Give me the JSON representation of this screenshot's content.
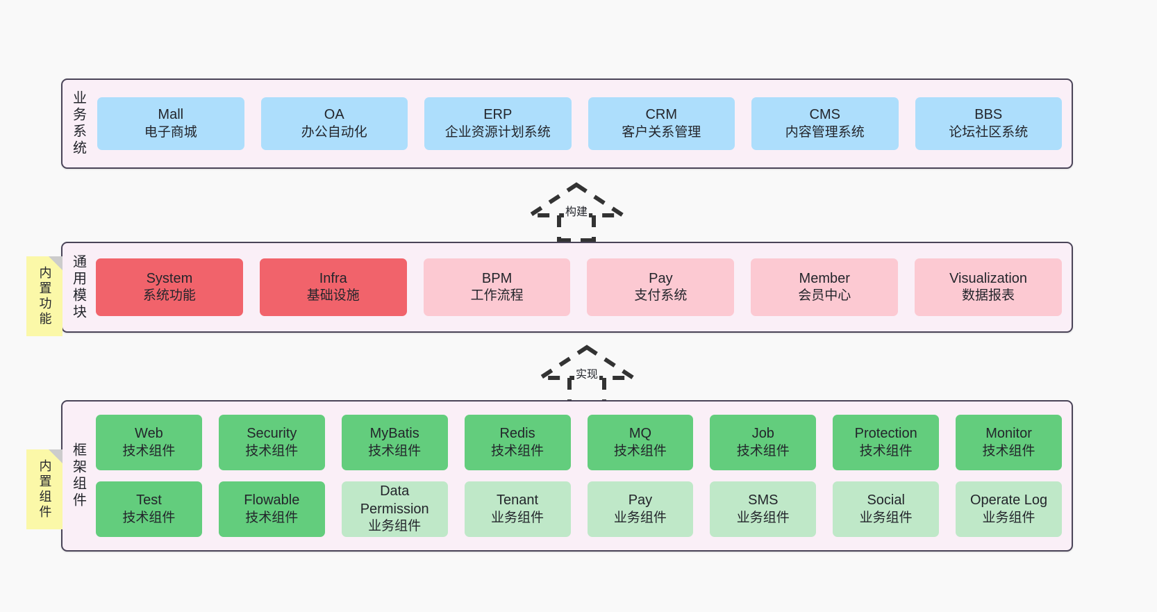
{
  "diagram": {
    "background": "#f9f9f9",
    "layers": [
      {
        "id": "business",
        "title": "业务系统",
        "note": null,
        "rows": [
          {
            "cards": [
              {
                "name": "Mall",
                "sub": "电子商城",
                "color": "#addefc"
              },
              {
                "name": "OA",
                "sub": "办公自动化",
                "color": "#addefc"
              },
              {
                "name": "ERP",
                "sub": "企业资源计划系统",
                "color": "#addefc"
              },
              {
                "name": "CRM",
                "sub": "客户关系管理",
                "color": "#addefc"
              },
              {
                "name": "CMS",
                "sub": "内容管理系统",
                "color": "#addefc"
              },
              {
                "name": "BBS",
                "sub": "论坛社区系统",
                "color": "#addefc"
              }
            ]
          }
        ]
      },
      {
        "id": "common",
        "title": "通用模块",
        "note": "内置功能",
        "rows": [
          {
            "cards": [
              {
                "name": "System",
                "sub": "系统功能",
                "color": "#f1636b"
              },
              {
                "name": "Infra",
                "sub": "基础设施",
                "color": "#f1636b"
              },
              {
                "name": "BPM",
                "sub": "工作流程",
                "color": "#fcc9d2"
              },
              {
                "name": "Pay",
                "sub": "支付系统",
                "color": "#fcc9d2"
              },
              {
                "name": "Member",
                "sub": "会员中心",
                "color": "#fcc9d2"
              },
              {
                "name": "Visualization",
                "sub": "数据报表",
                "color": "#fcc9d2"
              }
            ]
          }
        ]
      },
      {
        "id": "frame",
        "title": "框架组件",
        "note": "内置组件",
        "rows": [
          {
            "cards": [
              {
                "name": "Web",
                "sub": "技术组件",
                "color": "#63cd7d"
              },
              {
                "name": "Security",
                "sub": "技术组件",
                "color": "#63cd7d"
              },
              {
                "name": "MyBatis",
                "sub": "技术组件",
                "color": "#63cd7d"
              },
              {
                "name": "Redis",
                "sub": "技术组件",
                "color": "#63cd7d"
              },
              {
                "name": "MQ",
                "sub": "技术组件",
                "color": "#63cd7d"
              },
              {
                "name": "Job",
                "sub": "技术组件",
                "color": "#63cd7d"
              },
              {
                "name": "Protection",
                "sub": "技术组件",
                "color": "#63cd7d"
              },
              {
                "name": "Monitor",
                "sub": "技术组件",
                "color": "#63cd7d"
              }
            ]
          },
          {
            "cards": [
              {
                "name": "Test",
                "sub": "技术组件",
                "color": "#63cd7d"
              },
              {
                "name": "Flowable",
                "sub": "技术组件",
                "color": "#63cd7d"
              },
              {
                "name": "Data Permission",
                "sub": "业务组件",
                "color": "#bfe8c8"
              },
              {
                "name": "Tenant",
                "sub": "业务组件",
                "color": "#bfe8c8"
              },
              {
                "name": "Pay",
                "sub": "业务组件",
                "color": "#bfe8c8"
              },
              {
                "name": "SMS",
                "sub": "业务组件",
                "color": "#bfe8c8"
              },
              {
                "name": "Social",
                "sub": "业务组件",
                "color": "#bfe8c8"
              },
              {
                "name": "Operate Log",
                "sub": "业务组件",
                "color": "#bfe8c8"
              }
            ]
          }
        ]
      }
    ],
    "connectors": [
      {
        "id": "build",
        "label": "构建",
        "style": "dashed-generalization",
        "direction": "up"
      },
      {
        "id": "impl",
        "label": "实现",
        "style": "dashed-generalization",
        "direction": "up"
      }
    ]
  }
}
